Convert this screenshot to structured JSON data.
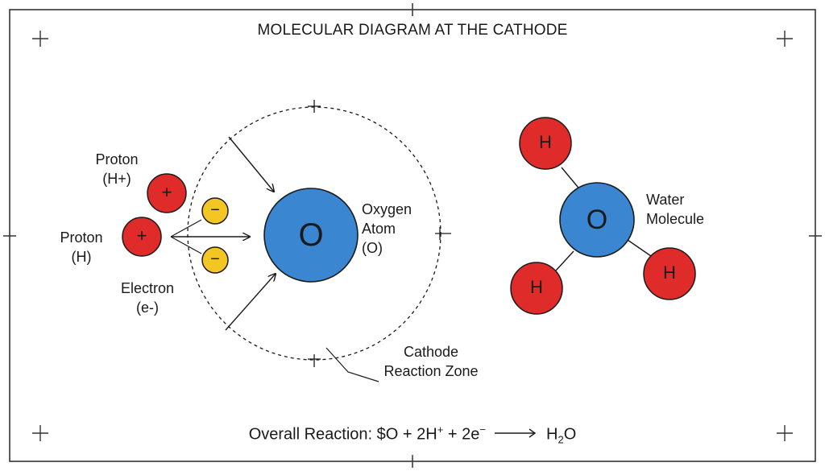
{
  "title": "MOLECULAR DIAGRAM AT THE CATHODE",
  "labels": {
    "proton1_line1": "Proton",
    "proton1_line2": "(H+)",
    "proton2_line1": "Proton",
    "proton2_line2": "(H)",
    "electron_line1": "Electron",
    "electron_line2": "(e-)",
    "oxygen_line1": "Oxygen",
    "oxygen_line2": "Atom",
    "oxygen_line3": "(O)",
    "zone_line1": "Cathode",
    "zone_line2": "Reaction Zone",
    "water_line1": "Water",
    "water_line2": "Molecule"
  },
  "symbols": {
    "plus": "+",
    "minus": "−",
    "oxygen": "O",
    "hydrogen": "H"
  },
  "reaction": {
    "prefix": "Overall Reaction: $O + 2H",
    "sup1": "+",
    "middle": " + 2e",
    "sup2": "−",
    "product_main": "H",
    "product_sub": "2",
    "product_end": "O"
  },
  "colors": {
    "proton": "#e02b2b",
    "electron": "#f4c623",
    "oxygen": "#3a86d1",
    "outline": "#1a1a1a"
  }
}
